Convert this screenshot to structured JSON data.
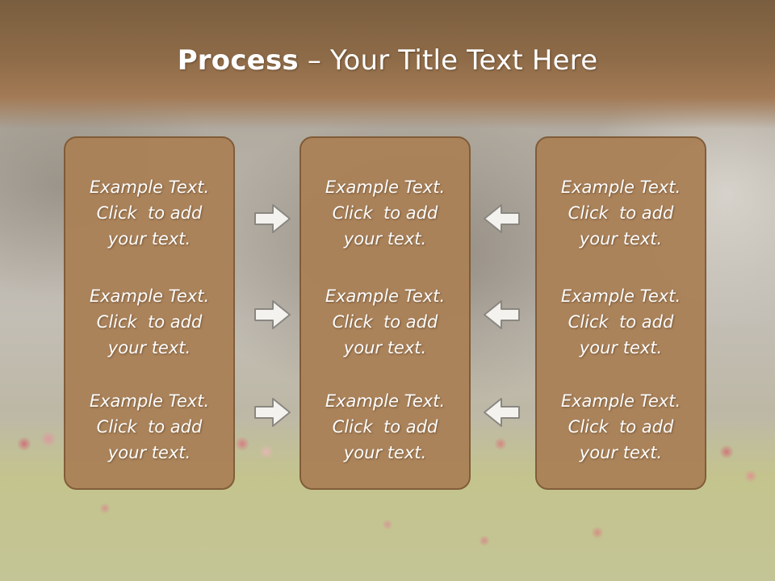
{
  "title": {
    "bold": "Process",
    "rest": " – Your Title Text Here"
  },
  "columns": [
    {
      "cells": [
        {
          "line1": "Example Text.",
          "line2": "Click  to add",
          "line3": "your text."
        },
        {
          "line1": "Example Text.",
          "line2": "Click  to add",
          "line3": "your text."
        },
        {
          "line1": "Example Text.",
          "line2": "Click  to add",
          "line3": "your text."
        }
      ]
    },
    {
      "cells": [
        {
          "line1": "Example Text.",
          "line2": "Click  to add",
          "line3": "your text."
        },
        {
          "line1": "Example Text.",
          "line2": "Click  to add",
          "line3": "your text."
        },
        {
          "line1": "Example Text.",
          "line2": "Click  to add",
          "line3": "your text."
        }
      ]
    },
    {
      "cells": [
        {
          "line1": "Example Text.",
          "line2": "Click  to add",
          "line3": "your text."
        },
        {
          "line1": "Example Text.",
          "line2": "Click  to add",
          "line3": "your text."
        },
        {
          "line1": "Example Text.",
          "line2": "Click  to add",
          "line3": "your text."
        }
      ]
    }
  ],
  "arrows": {
    "left_group": "arrow-right-icon",
    "right_group": "arrow-left-icon"
  },
  "colors": {
    "header": "#8e6b48",
    "panel_fill": "#ab8259",
    "panel_border": "#7f5a36",
    "text": "#ffffff"
  }
}
